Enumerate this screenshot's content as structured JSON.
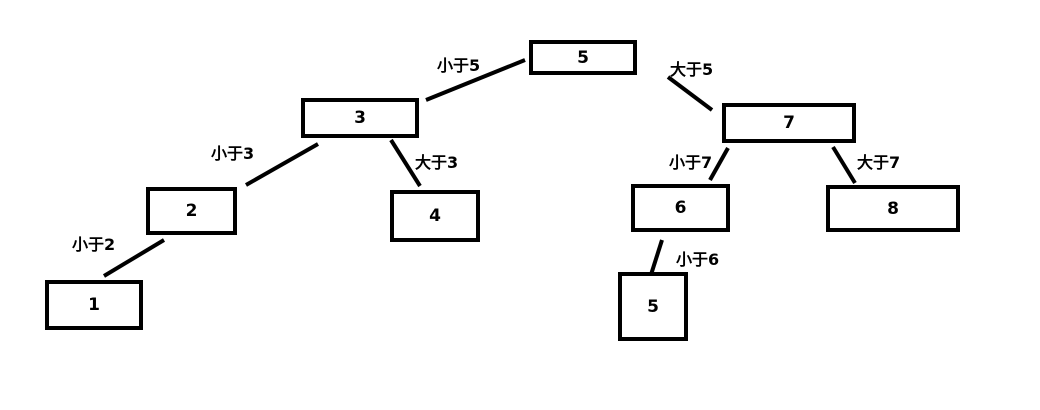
{
  "nodes": {
    "n5_root": "5",
    "n3": "3",
    "n7": "7",
    "n2": "2",
    "n4": "4",
    "n6": "6",
    "n8": "8",
    "n1": "1",
    "n5_leaf": "5"
  },
  "edge_labels": {
    "root_left": "小于5",
    "root_right": "大于5",
    "n3_left": "小于3",
    "n3_right": "大于3",
    "n7_left": "小于7",
    "n7_right": "大于7",
    "n2_left": "小于2",
    "n6_left": "小于6"
  }
}
